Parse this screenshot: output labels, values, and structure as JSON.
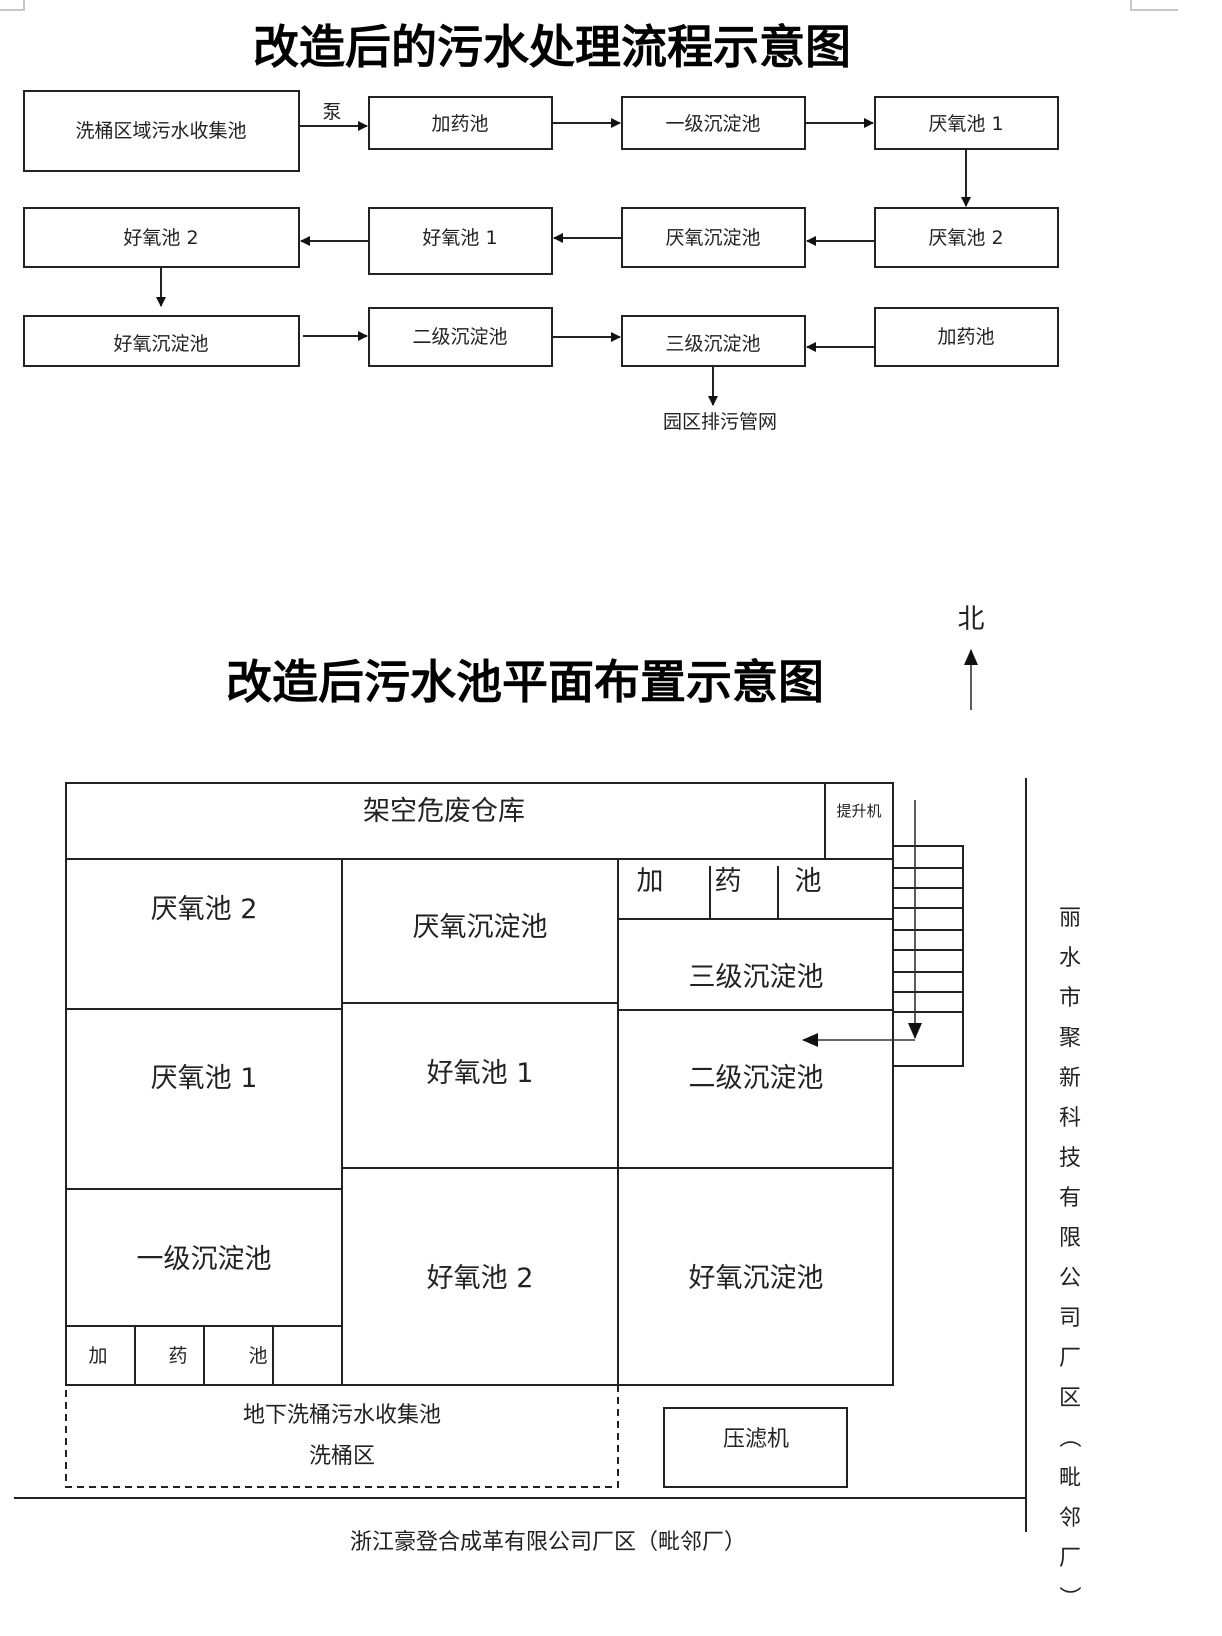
{
  "flow_diagram": {
    "title": "改造后的污水处理流程示意图",
    "pump_label": "泵",
    "nodes": {
      "collection_tank": "洗桶区域污水收集池",
      "dosing_tank_1": "加药池",
      "primary_settling": "一级沉淀池",
      "anaerobic_1": "厌氧池 1",
      "anaerobic_2": "厌氧池 2",
      "anaerobic_settling": "厌氧沉淀池",
      "aerobic_1": "好氧池 1",
      "aerobic_2": "好氧池 2",
      "aerobic_settling": "好氧沉淀池",
      "secondary_settling": "二级沉淀池",
      "tertiary_settling": "三级沉淀池",
      "dosing_tank_2": "加药池"
    },
    "output_label": "园区排污管网"
  },
  "layout_plan": {
    "title": "改造后污水池平面布置示意图",
    "north_label": "北",
    "rooms": {
      "hazard_warehouse": "架空危废仓库",
      "lift": "提升机",
      "anaerobic_2": "厌氧池 2",
      "anaerobic_settling": "厌氧沉淀池",
      "dosing_top": [
        "加",
        "药",
        "池"
      ],
      "tertiary_settling": "三级沉淀池",
      "anaerobic_1": "厌氧池 1",
      "aerobic_1": "好氧池 1",
      "secondary_settling": "二级沉淀池",
      "primary_settling": "一级沉淀池",
      "aerobic_2": "好氧池 2",
      "aerobic_settling": "好氧沉淀池",
      "dosing_bottom": [
        "加",
        "药",
        "池"
      ],
      "underground_tank": "地下洗桶污水收集池",
      "washing_area": "洗桶区",
      "filter_press": "压滤机"
    },
    "east_neighbor": "丽水市聚新科技有限公司厂区（毗邻厂）",
    "south_neighbor": "浙江豪登合成革有限公司厂区（毗邻厂）"
  }
}
